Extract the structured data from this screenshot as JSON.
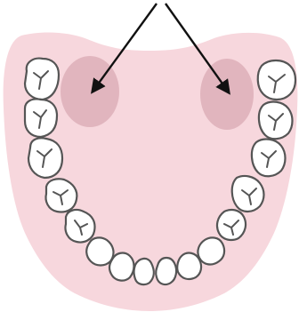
{
  "diagram": {
    "type": "dental-arch-illustration",
    "colors": {
      "background": "#ffffff",
      "palate": "#f7d7dd",
      "highlight_spot": "#d9aab3",
      "tooth_fill": "#ffffff",
      "tooth_outline": "#555555",
      "arrow": "#111111"
    },
    "teeth_count": 16,
    "highlighted_areas": [
      "left-highlight-spot",
      "right-highlight-spot"
    ],
    "arrows": [
      "left-arrow",
      "right-arrow"
    ]
  }
}
